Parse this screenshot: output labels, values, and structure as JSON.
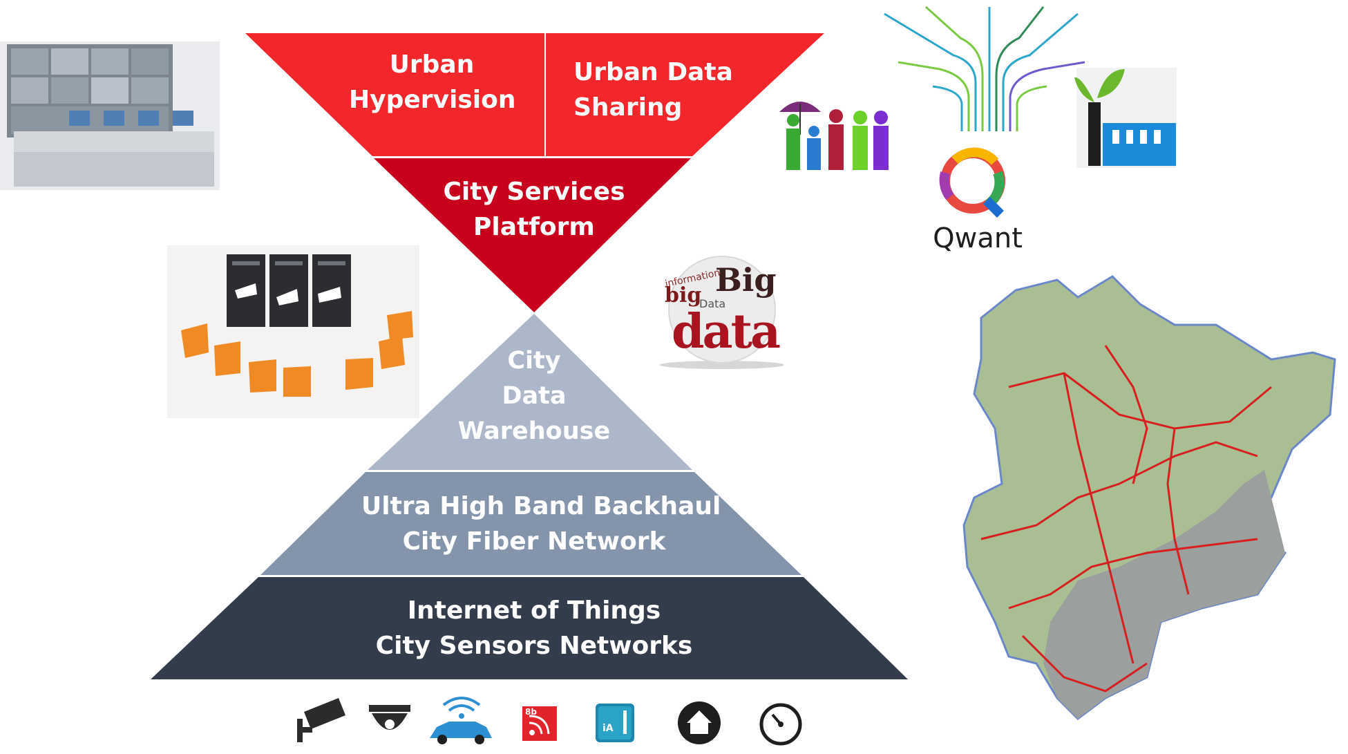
{
  "diagram": {
    "inverted_triangle": {
      "top_left": [
        "Urban",
        "Hypervision"
      ],
      "top_right": [
        "Urban Data",
        "Sharing"
      ],
      "bottom": [
        "City Services",
        "Platform"
      ],
      "colors": {
        "top": "#f2262b",
        "bottom": "#c8001c"
      }
    },
    "pyramid": {
      "top": [
        "City",
        "Data",
        "Warehouse"
      ],
      "middle": [
        "Ultra High Band Backhaul",
        "City Fiber Network"
      ],
      "bottom": [
        "Internet of Things",
        "City Sensors Networks"
      ],
      "colors": {
        "top": "#acb7c9",
        "middle": "#8494ab",
        "bottom": "#323c4b"
      }
    },
    "images": {
      "control_room": "control-room-photo",
      "servers": "server-rack-with-folders",
      "people": "people-family-icon",
      "data_tree": "data-tree-illustration",
      "plant_logo": "plant-building-logo",
      "qwant": "Qwant",
      "bigdata_sphere": [
        "Big",
        "data",
        "big",
        "Data",
        "information"
      ],
      "map": "regional-map-with-roads"
    },
    "sensor_icons": [
      "cctv-camera-icon",
      "dome-camera-icon",
      "connected-car-icon",
      "rss-8b-icon",
      "weather-sensor-icon",
      "smart-home-icon",
      "speedometer-icon"
    ],
    "sensor_icon_labels": {
      "rss": "8b",
      "weather": "iA"
    }
  }
}
